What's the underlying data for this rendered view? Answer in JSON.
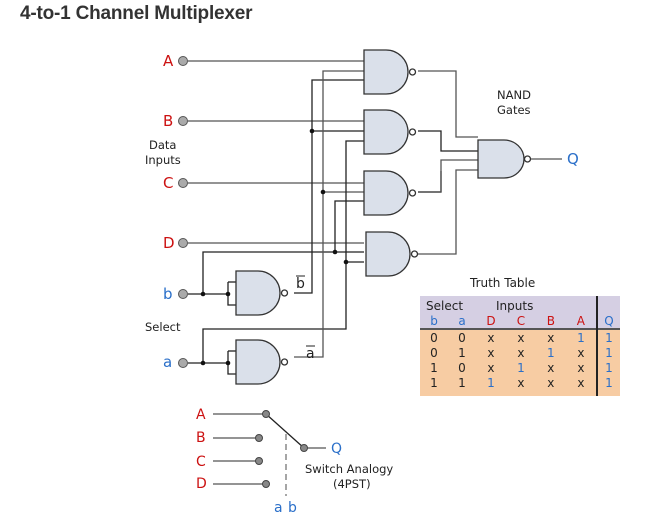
{
  "title": "4-to-1 Channel Multiplexer",
  "labels": {
    "input_a_upper": "A",
    "input_b_upper": "B",
    "input_c_upper": "C",
    "input_d_upper": "D",
    "select_b": "b",
    "select_a": "a",
    "data_inputs_line1": "Data",
    "data_inputs_line2": "Inputs",
    "select_group": "Select",
    "b_bar": "b",
    "a_bar": "a",
    "nand_line1": "NAND",
    "nand_line2": "Gates",
    "output_q": "Q"
  },
  "truth_table": {
    "title": "Truth Table",
    "group_headers": [
      "Select",
      "Inputs"
    ],
    "columns": [
      "b",
      "a",
      "D",
      "C",
      "B",
      "A",
      "Q"
    ],
    "rows": [
      [
        "0",
        "0",
        "x",
        "x",
        "x",
        "1",
        "1"
      ],
      [
        "0",
        "1",
        "x",
        "x",
        "1",
        "x",
        "1"
      ],
      [
        "1",
        "0",
        "x",
        "1",
        "x",
        "x",
        "1"
      ],
      [
        "1",
        "1",
        "1",
        "x",
        "x",
        "x",
        "1"
      ]
    ]
  },
  "switch_analogy": {
    "inputs": [
      "A",
      "B",
      "C",
      "D"
    ],
    "output": "Q",
    "caption_line1": "Switch Analogy",
    "caption_line2": "(4PST)",
    "control_a": "a",
    "control_b": "b"
  },
  "colors": {
    "input_label": "#cc1111",
    "select_label": "#2a6fc9",
    "gate_fill": "#dae0ea",
    "table_header": "#d5cfe3",
    "table_body": "#f7cca3"
  }
}
